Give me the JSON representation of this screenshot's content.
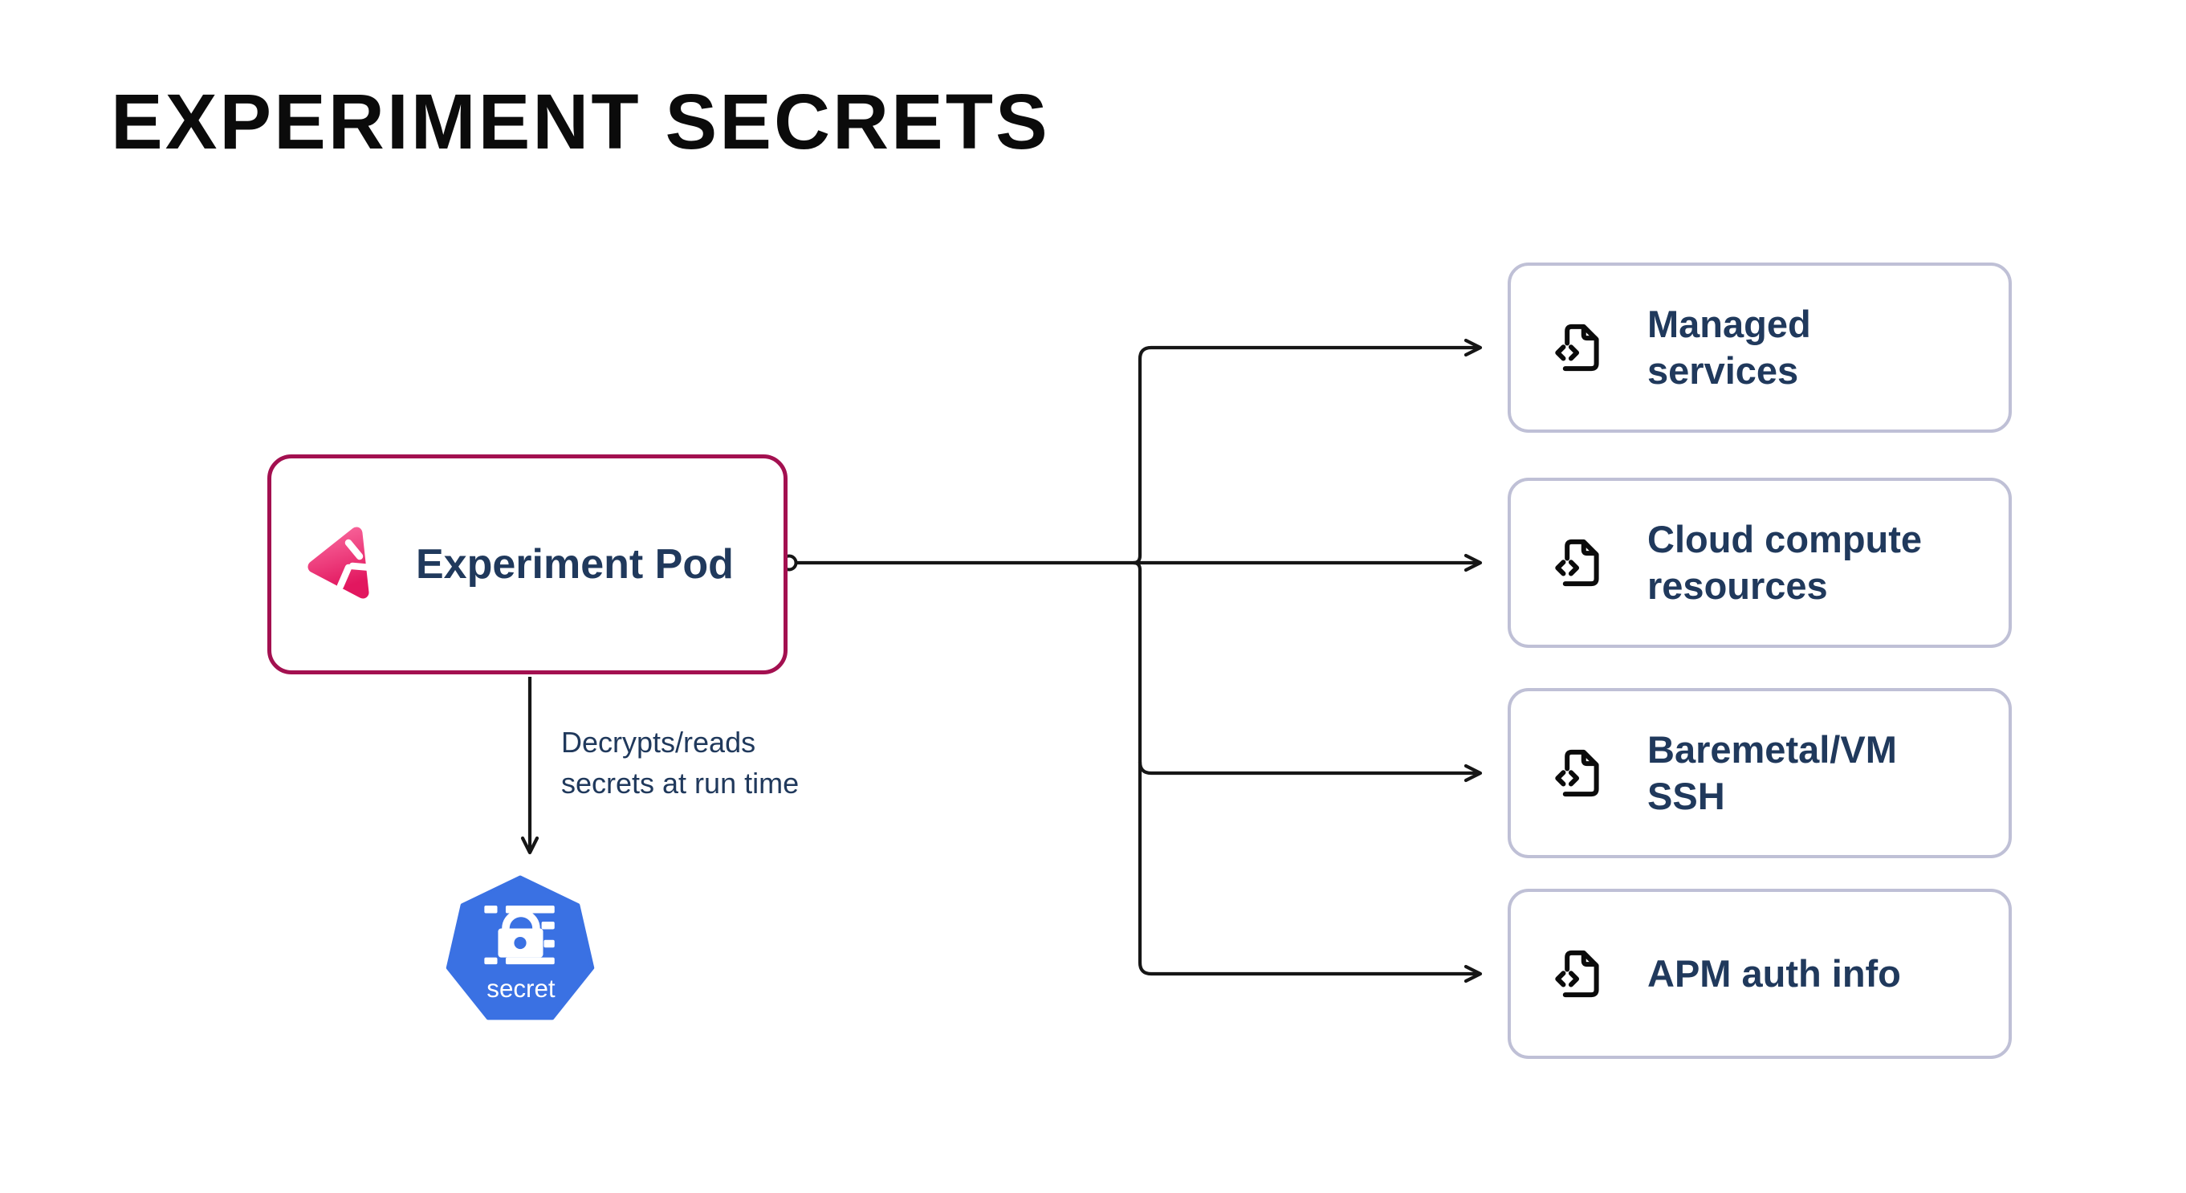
{
  "title": "EXPERIMENT SECRETS",
  "pod": {
    "label": "Experiment Pod",
    "icon": "litmus-chaos-logo"
  },
  "edge": {
    "label": "Decrypts/reads\nsecrets at run time"
  },
  "secret": {
    "label": "secret",
    "icon": "kubernetes-secret-heptagon"
  },
  "targets": [
    {
      "label": "Managed\nservices",
      "icon": "file-code"
    },
    {
      "label": "Cloud compute\nresources",
      "icon": "file-code"
    },
    {
      "label": "Baremetal/VM\nSSH",
      "icon": "file-code"
    },
    {
      "label": "APM auth info",
      "icon": "file-code"
    }
  ],
  "colors": {
    "title": "#0B0B0B",
    "navy_text": "#20395C",
    "pod_border": "#A31050",
    "target_border": "#BFC0D6",
    "connector_line": "#161616",
    "kubernetes_blue": "#3A71E3",
    "litmus_pink_top": "#F9689D",
    "litmus_pink_bottom": "#E2175F"
  }
}
